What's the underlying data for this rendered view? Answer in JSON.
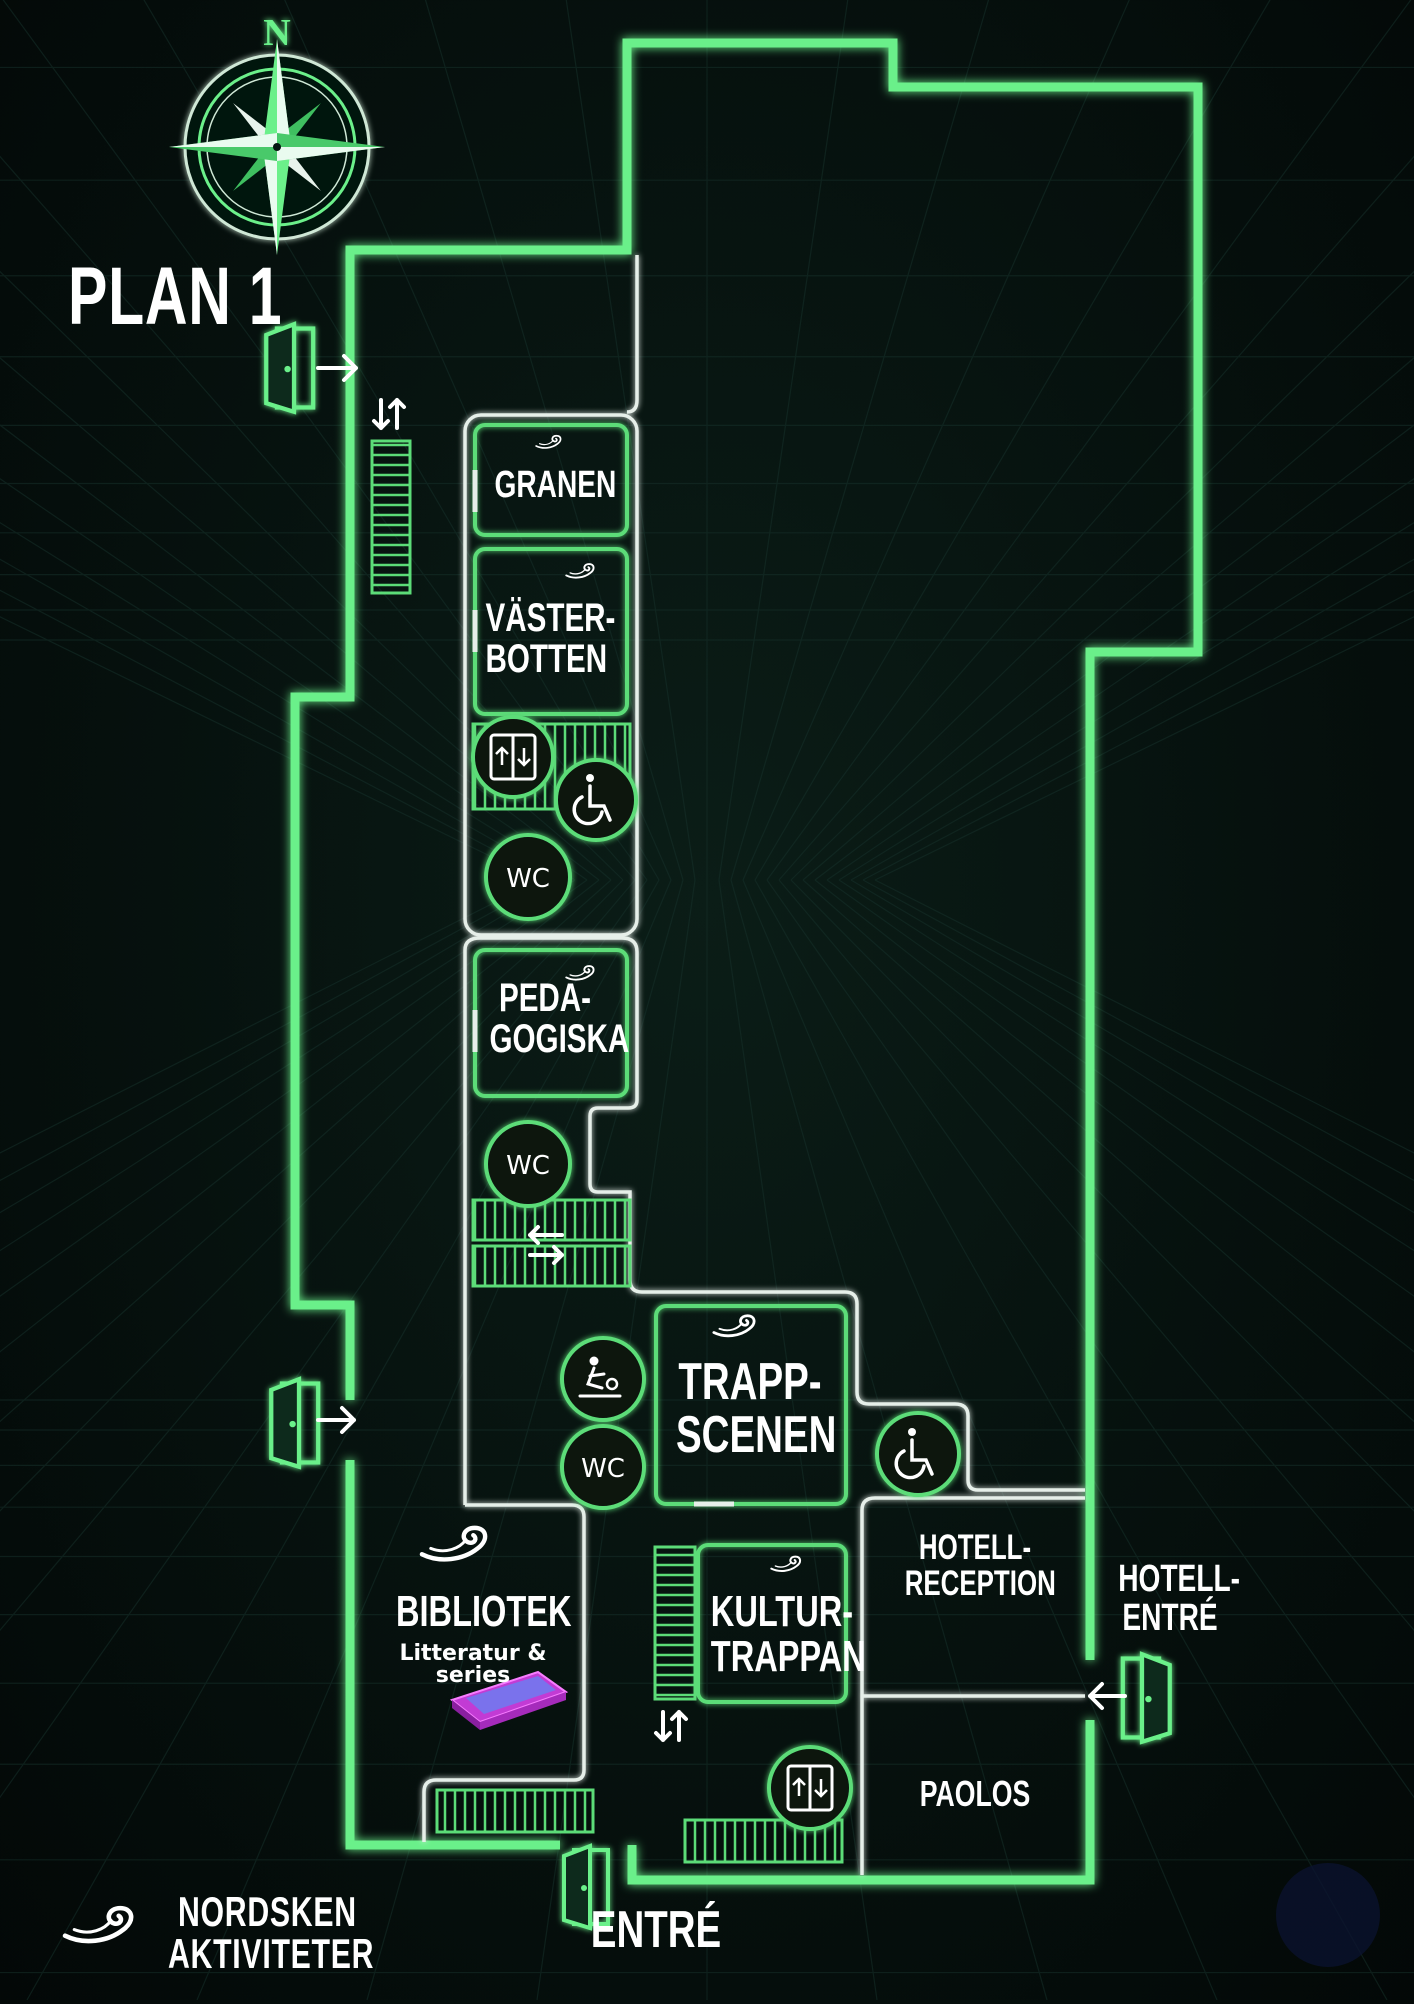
{
  "map": {
    "title": "PLAN 1",
    "compass_letter": "N",
    "brand": {
      "line1": "NORDSKEN",
      "line2": "AKTIVITETER"
    },
    "colors": {
      "wall": "#6bf08a",
      "inner_wall": "#e6efe9",
      "room_border": "#5cdc78",
      "background": "#04100c",
      "text": "#ffffff"
    }
  },
  "rooms": {
    "granen": "GRANEN",
    "vasterbotten": "VÄSTER-\nBOTTEN",
    "pedagogiska": "PEDA-\nGOGISKA",
    "trappscenen": "TRAPP-\nSCENEN",
    "kulturtrappan": "KULTUR-\nTRAPPAN",
    "bibliotek": "BIBLIOTEK",
    "bibliotek_sub": "Litteratur &\nseries",
    "hotellreception": "HOTELL-\nRECEPTION",
    "paolos": "PAOLOS"
  },
  "entrances": {
    "main": "ENTRÉ",
    "hotel": "HOTELL-\nENTRÉ"
  },
  "icons": {
    "wc_label": "WC",
    "list": [
      "compass-rose-icon",
      "door-exit-icon",
      "elevator-icon",
      "wheelchair-icon",
      "wc-icon",
      "baby-changing-icon",
      "stairs-icon",
      "nordsken-swirl-icon"
    ]
  }
}
